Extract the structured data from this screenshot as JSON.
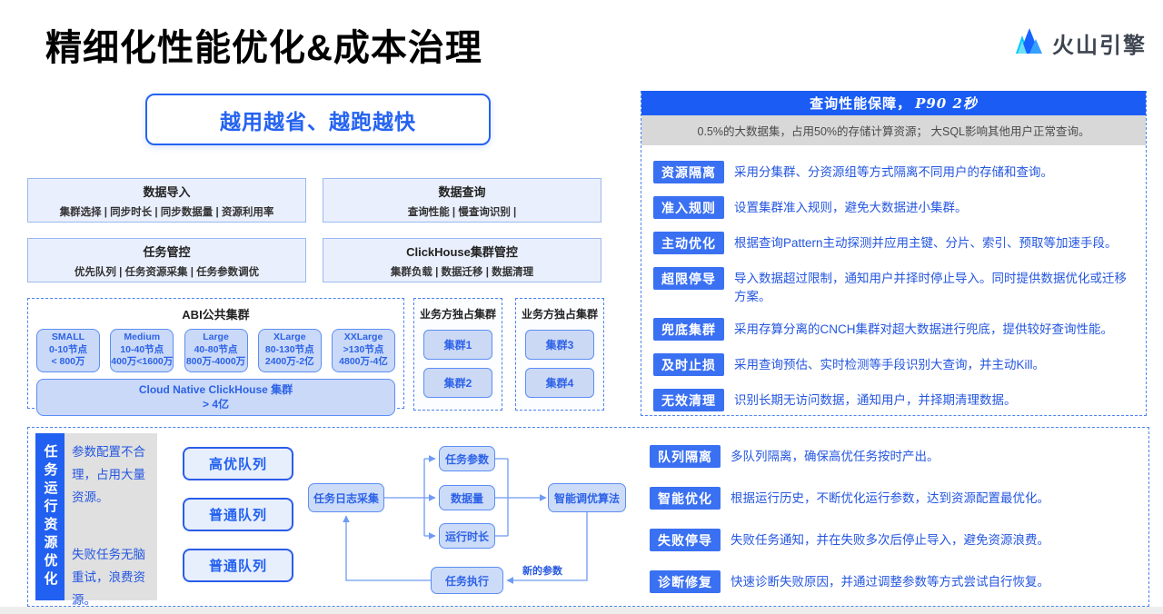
{
  "title": "精细化性能优化&成本治理",
  "logo": {
    "text": "火山引擎"
  },
  "slogan": "越用越省、越跑越快",
  "capabilities": [
    {
      "title": "数据导入",
      "subtitle": "集群选择 | 同步时长 | 同步数据量 | 资源利用率"
    },
    {
      "title": "数据查询",
      "subtitle": "查询性能 | 慢查询识别 |"
    },
    {
      "title": "任务管控",
      "subtitle": "优先队列 | 任务资源采集 | 任务参数调优"
    },
    {
      "title": "ClickHouse集群管控",
      "subtitle": "集群负载 | 数据迁移 | 数据清理"
    }
  ],
  "abi_cluster": {
    "title": "ABI公共集群",
    "sizes": [
      {
        "name": "SMALL",
        "nodes": "0-10节点",
        "range": "< 800万"
      },
      {
        "name": "Medium",
        "nodes": "10-40节点",
        "range": "400万<1600万"
      },
      {
        "name": "Large",
        "nodes": "40-80节点",
        "range": "800万-4000万"
      },
      {
        "name": "XLarge",
        "nodes": "80-130节点",
        "range": "2400万-2亿"
      },
      {
        "name": "XXLarge",
        "nodes": ">130节点",
        "range": "4800万-4亿"
      }
    ],
    "cloud_native_line1": "Cloud Native ClickHouse 集群",
    "cloud_native_line2": "> 4亿"
  },
  "dedicated": {
    "group1": {
      "title": "业务方独占集群",
      "cluster1": "集群1",
      "cluster2": "集群2"
    },
    "group2": {
      "title": "业务方独占集群",
      "cluster1": "集群3",
      "cluster2": "集群4"
    }
  },
  "query_panel": {
    "header_prefix": "查询性能保障，",
    "header_em": "P90 2秒",
    "problem": "0.5%的大数据集，占用50%的存储计算资源； 大SQL影响其他用户正常查询。",
    "rows": [
      {
        "label": "资源隔离",
        "desc": "采用分集群、分资源组等方式隔离不同用户的存储和查询。"
      },
      {
        "label": "准入规则",
        "desc": "设置集群准入规则，避免大数据进小集群。"
      },
      {
        "label": "主动优化",
        "desc": "根据查询Pattern主动探测并应用主键、分片、索引、预取等加速手段。"
      },
      {
        "label": "超限停导",
        "desc": "导入数据超过限制，通知用户并择时停止导入。同时提供数据优化或迁移方案。"
      },
      {
        "label": "兜底集群",
        "desc": "采用存算分离的CNCH集群对超大数据进行兜底，提供较好查询性能。"
      },
      {
        "label": "及时止损",
        "desc": "采用查询预估、实时检测等手段识别大查询，并主动Kill。"
      },
      {
        "label": "无效清理",
        "desc": "识别长期无访问数据，通知用户，并择期清理数据。"
      }
    ]
  },
  "task_panel": {
    "side_title": "任务运行资源优化",
    "problem1": "参数配置不合理，占用大量资源。",
    "problem2": "失败任务无脑重试，浪费资源。",
    "queues": {
      "q1": "高优队列",
      "q2": "普通队列",
      "q3": "普通队列"
    },
    "flow": {
      "collect": "任务日志采集",
      "metric1": "任务参数",
      "metric2": "数据量",
      "metric3": "运行时长",
      "algorithm": "智能调优算法",
      "execute": "任务执行",
      "new_params": "新的参数"
    },
    "rows": [
      {
        "label": "队列隔离",
        "desc": "多队列隔离，确保高优任务按时产出。"
      },
      {
        "label": "智能优化",
        "desc": "根据运行历史，不断优化运行参数，达到资源配置最优化。"
      },
      {
        "label": "失败停导",
        "desc": "失败任务通知，并在失败多次后停止导入，避免资源浪费。"
      },
      {
        "label": "诊断修复",
        "desc": "快速诊断失败原因，并通过调整参数等方式尝试自行恢复。"
      }
    ]
  },
  "colors": {
    "brand_blue": "#1664ff",
    "header_bar": "#1a5cf4",
    "chip_blue": "#3a70f2",
    "desc_text": "#2456e0",
    "light_box_fill": "#e9effc",
    "cluster_fill": "#c9d9f7",
    "dashed_border": "#4c82f0",
    "problem_gray": "#d8d8d8"
  }
}
